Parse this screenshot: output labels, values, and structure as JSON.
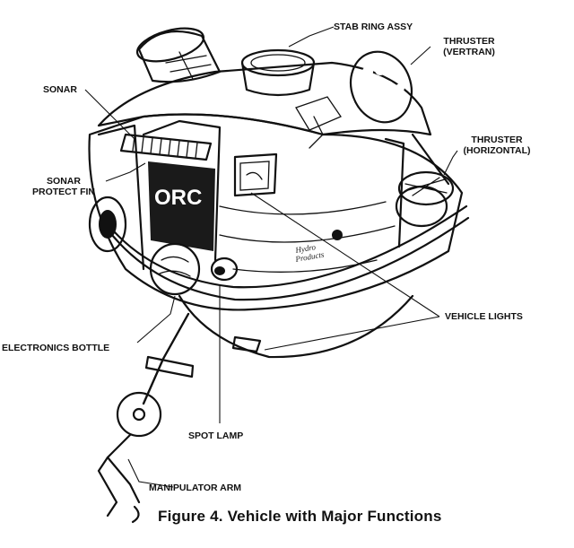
{
  "labels": {
    "stab_ring": "STAB RING ASSY",
    "thruster_vertran_line1": "THRUSTER",
    "thruster_vertran_line2": "(VERTRAN)",
    "sonar": "SONAR",
    "thruster_horizontal_line1": "THRUSTER",
    "thruster_horizontal_line2": "(HORIZONTAL)",
    "sonar_protect_fin_line1": "SONAR",
    "sonar_protect_fin_line2": "PROTECT FIN",
    "vehicle_lights": "VEHICLE LIGHTS",
    "electronics_bottle": "ELECTRONICS BOTTLE",
    "spot_lamp": "SPOT LAMP",
    "manipulator_arm": "MANIPULATOR ARM"
  },
  "vehicle_text": {
    "hull_text": "ORC",
    "brand_line1": "Hydro",
    "brand_line2": "Products"
  },
  "caption": "Figure 4. Vehicle with Major Functions"
}
